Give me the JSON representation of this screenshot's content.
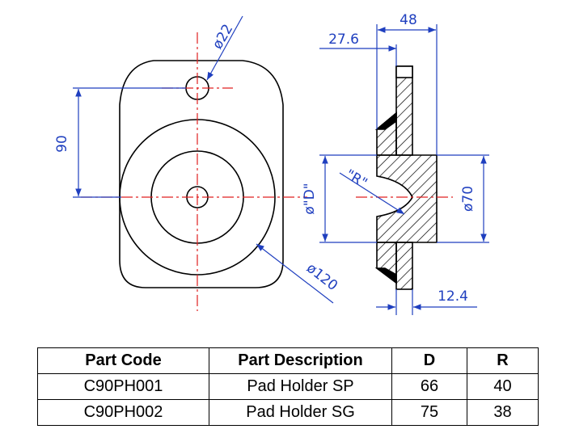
{
  "drawing": {
    "line_color": "#000000",
    "dimension_color": "#1f3fbf",
    "centerline_color": "#e02020",
    "dimensions": {
      "hole_dia": "ø22",
      "offset": "90",
      "outer_dia": "ø120",
      "width_48": "48",
      "width_27_6": "27.6",
      "r_label": "\"R\"",
      "d_label": "ø\"D\"",
      "dia_70": "ø70",
      "thickness": "12.4"
    }
  },
  "table": {
    "headers": [
      "Part Code",
      "Part Description",
      "D",
      "R"
    ],
    "rows": [
      [
        "C90PH001",
        "Pad Holder SP",
        "66",
        "40"
      ],
      [
        "C90PH002",
        "Pad Holder SG",
        "75",
        "38"
      ]
    ]
  }
}
